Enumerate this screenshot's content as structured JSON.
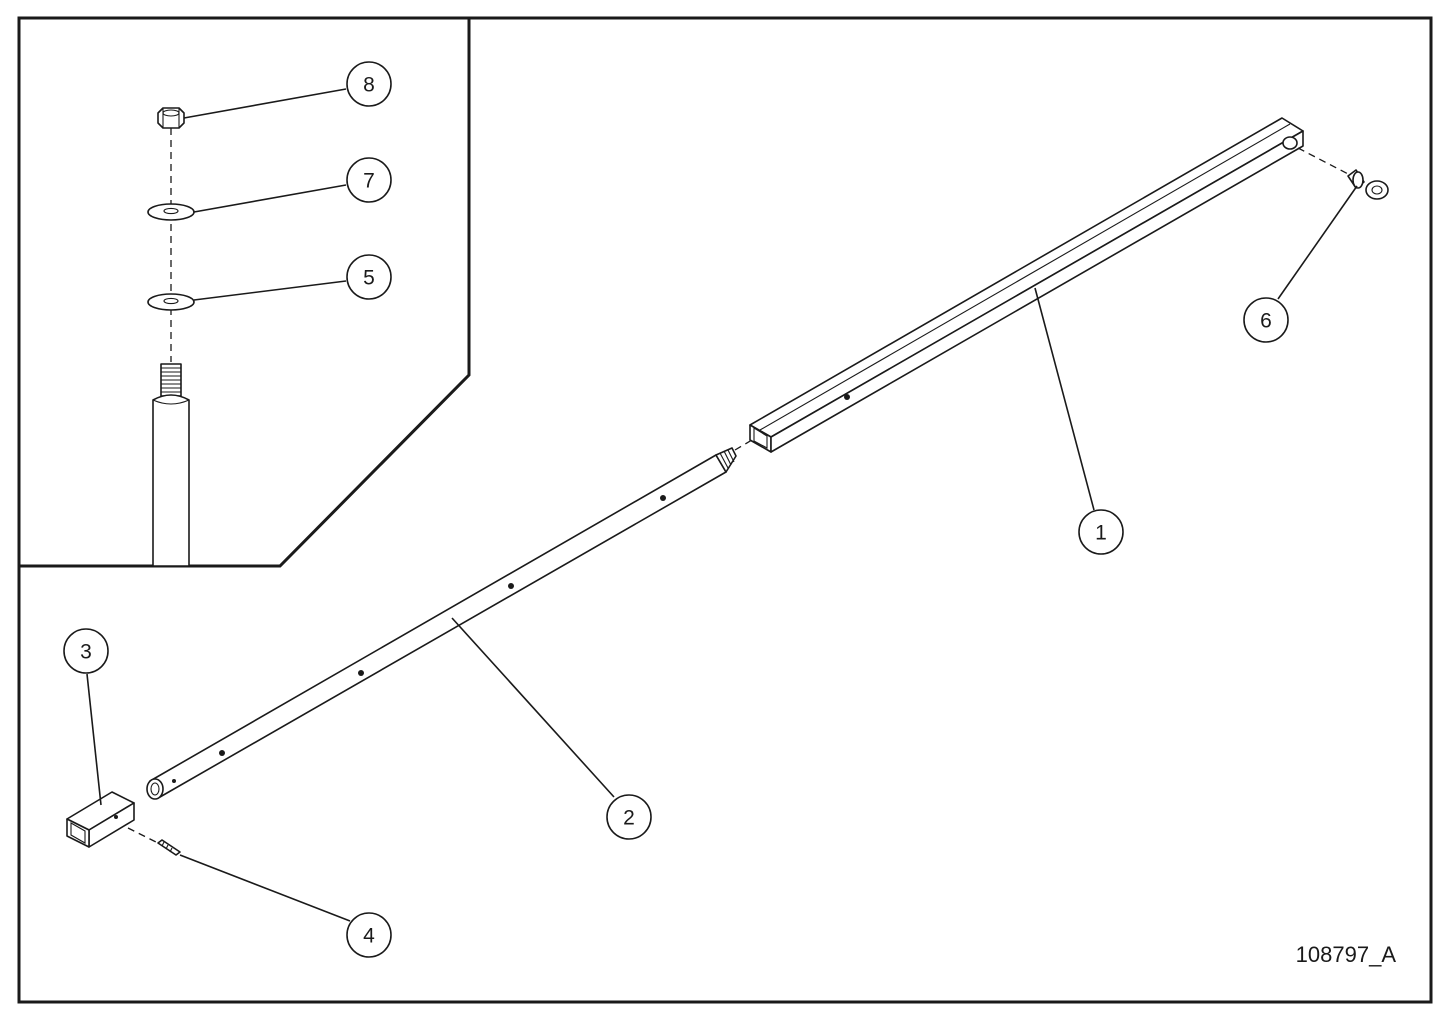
{
  "drawing": {
    "number": "108797_A"
  },
  "callouts": [
    {
      "id": "callout-1",
      "label": "1"
    },
    {
      "id": "callout-2",
      "label": "2"
    },
    {
      "id": "callout-3",
      "label": "3"
    },
    {
      "id": "callout-4",
      "label": "4"
    },
    {
      "id": "callout-5",
      "label": "5"
    },
    {
      "id": "callout-6",
      "label": "6"
    },
    {
      "id": "callout-7",
      "label": "7"
    },
    {
      "id": "callout-8",
      "label": "8"
    }
  ],
  "colors": {
    "line": "#1a1a1a",
    "background": "#ffffff"
  }
}
